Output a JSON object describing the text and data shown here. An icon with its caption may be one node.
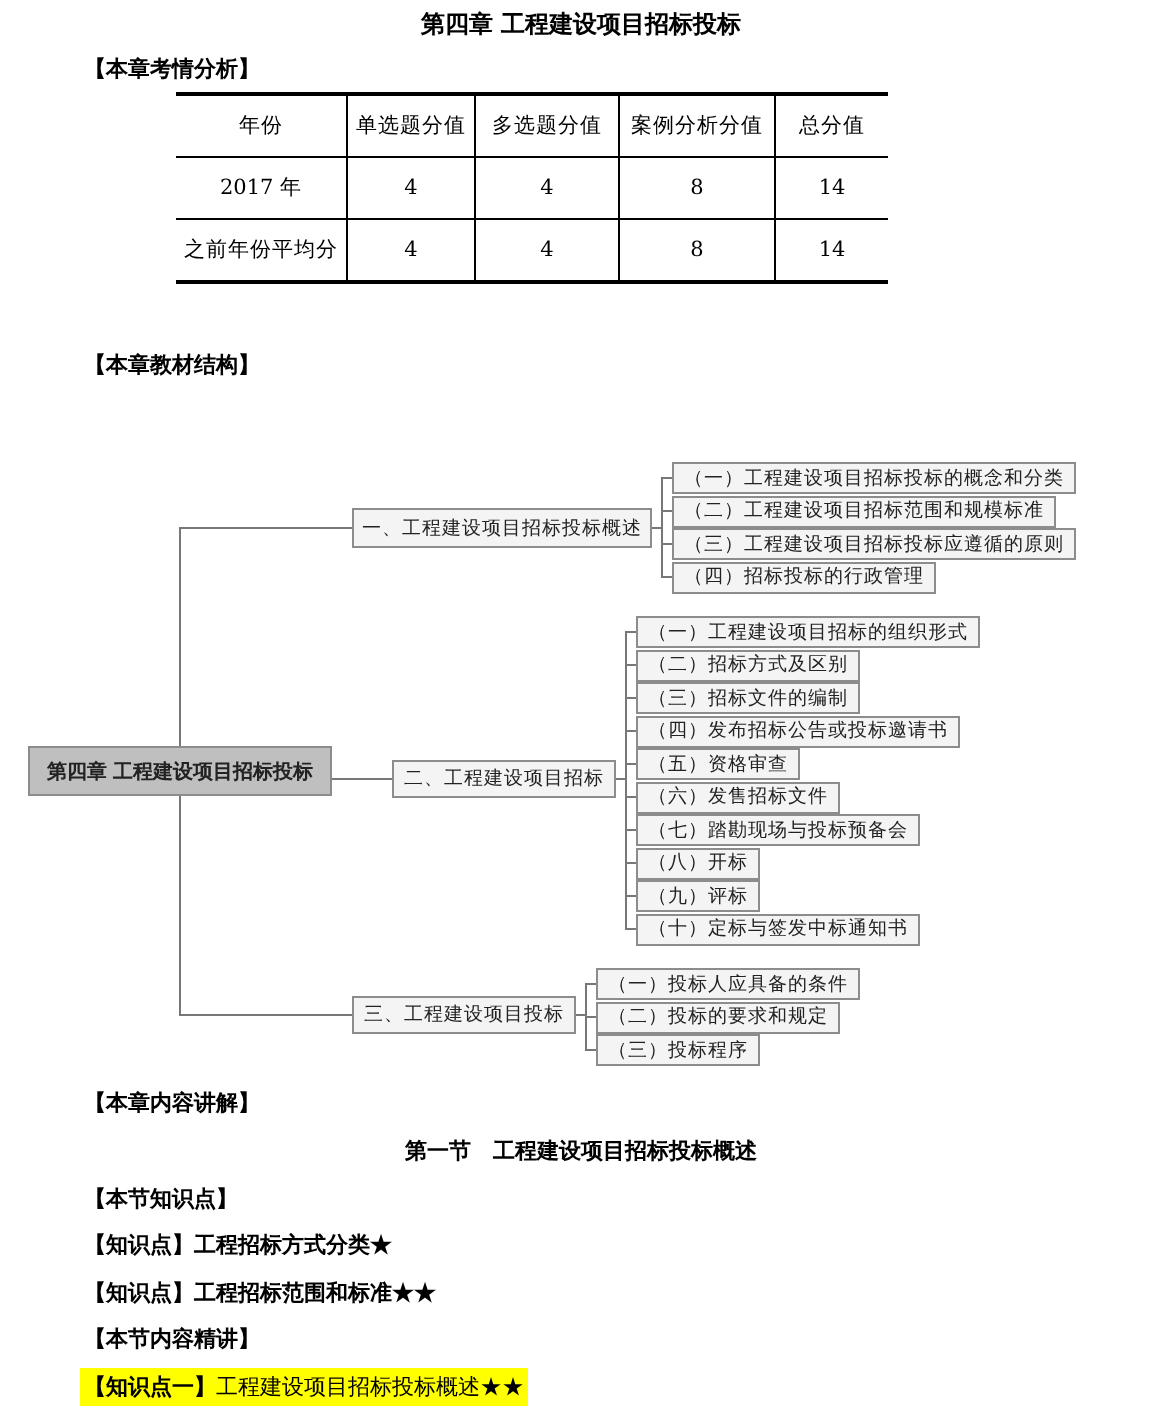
{
  "diagram": {
    "title": "第四章  工程建设项目招标投标",
    "nodes": [
      {
        "text": [
          "第四章 工程建设项目招标投标"
        ]
      },
      {
        "text": [
          "一、工程建设项目招标投标概述"
        ]
      },
      {
        "text": [
          "（一）工程建设项目招标投标的概念和分类"
        ]
      },
      {
        "text": [
          "（二）工程建设项目招标范围和规模标准"
        ]
      },
      {
        "text": [
          "（三）工程建设项目招标投标应遵循的原则"
        ]
      },
      {
        "text": [
          "（四）招标投标的行政管理"
        ]
      },
      {
        "text": [
          "二、工程建设项目招标"
        ]
      },
      {
        "text": [
          "（一）工程建设项目招标的组织形式"
        ]
      },
      {
        "text": [
          "（二）招标方式及区别"
        ]
      },
      {
        "text": [
          "（三）招标文件的编制"
        ]
      },
      {
        "text": [
          "（四）发布招标公告或投标邀请书"
        ]
      },
      {
        "text": [
          "（五）资格审查"
        ]
      },
      {
        "text": [
          "（六）发售招标文件"
        ]
      },
      {
        "text": [
          "（七）踏勘现场与投标预备会"
        ]
      },
      {
        "text": [
          "（八）开标"
        ]
      },
      {
        "text": [
          "（九）评标"
        ]
      },
      {
        "text": [
          "（十）定标与签发中标通知书"
        ]
      },
      {
        "text": [
          "三、工程建设项目投标"
        ]
      },
      {
        "text": [
          "（一）投标人应具备的条件"
        ]
      },
      {
        "text": [
          "（二）投标的要求和规定"
        ]
      },
      {
        "text": [
          "（三）投标程序"
        ]
      }
    ],
    "edges": [
      {
        "from": 0,
        "to": 1,
        "arrow": "none"
      },
      {
        "from": 0,
        "to": 6,
        "arrow": "none"
      },
      {
        "from": 0,
        "to": 17,
        "arrow": "none"
      },
      {
        "from": 1,
        "to": 2,
        "arrow": "none"
      },
      {
        "from": 1,
        "to": 3,
        "arrow": "none"
      },
      {
        "from": 1,
        "to": 4,
        "arrow": "none"
      },
      {
        "from": 1,
        "to": 5,
        "arrow": "none"
      },
      {
        "from": 6,
        "to": 7,
        "arrow": "none"
      },
      {
        "from": 6,
        "to": 8,
        "arrow": "none"
      },
      {
        "from": 6,
        "to": 9,
        "arrow": "none"
      },
      {
        "from": 6,
        "to": 10,
        "arrow": "none"
      },
      {
        "from": 6,
        "to": 11,
        "arrow": "none"
      },
      {
        "from": 6,
        "to": 12,
        "arrow": "none"
      },
      {
        "from": 6,
        "to": 13,
        "arrow": "none"
      },
      {
        "from": 6,
        "to": 14,
        "arrow": "none"
      },
      {
        "from": 6,
        "to": 15,
        "arrow": "none"
      },
      {
        "from": 6,
        "to": 16,
        "arrow": "none"
      },
      {
        "from": 17,
        "to": 18,
        "arrow": "none"
      },
      {
        "from": 17,
        "to": 19,
        "arrow": "none"
      },
      {
        "from": 17,
        "to": 20,
        "arrow": "none"
      }
    ],
    "labels": [
      "【本章考情分析】",
      "年份",
      "单选题分值",
      "多选题分值",
      "案例分析分值",
      "总分值",
      "2017 年",
      "4",
      "4",
      "8",
      "14",
      "之前年份平均分",
      "4",
      "4",
      "8",
      "14",
      "【本章教材结构】",
      "【本章内容讲解】",
      "第一节　工程建设项目招标投标概述",
      "【本节知识点】",
      "【知识点】工程招标方式分类★",
      "【知识点】工程招标范围和标准★★",
      "【本节内容精讲】",
      "**【知识点一】**工程建设项目招标投标概述★★"
    ]
  }
}
